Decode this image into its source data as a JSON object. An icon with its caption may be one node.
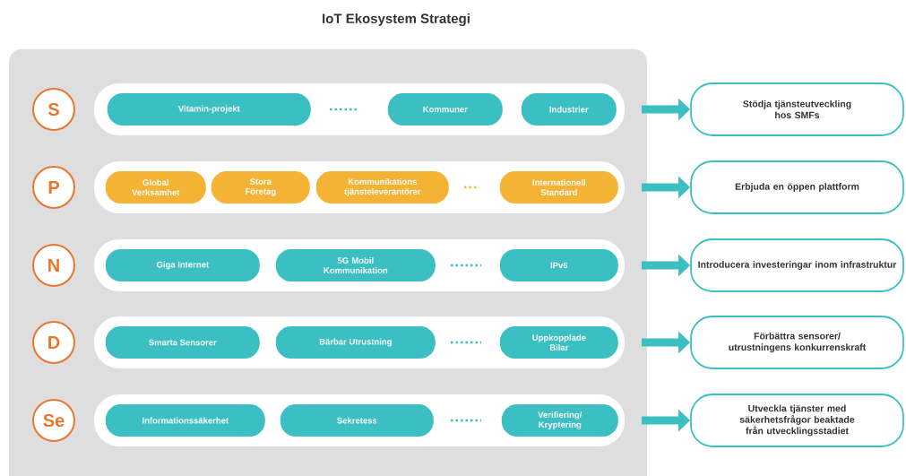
{
  "diagram": {
    "title": "IoT Ekosystem Strategi",
    "nodes": [
      {
        "text": [
          "S"
        ]
      },
      {
        "text": [],
        "shape": "band"
      },
      {
        "text": [
          "Vitamin-projekt"
        ],
        "in": 1
      },
      {
        "text": [
          "Kommuner"
        ],
        "in": 1
      },
      {
        "text": [
          "Industrier"
        ],
        "in": 1
      },
      {
        "text": [
          "Stödja tjänsteutveckling hos SMFs"
        ]
      },
      {
        "text": [
          "P"
        ]
      },
      {
        "text": [],
        "shape": "band"
      },
      {
        "text": [
          "Global Verksamhet"
        ],
        "in": 7
      },
      {
        "text": [
          "Stora Företag"
        ],
        "in": 7
      },
      {
        "text": [
          "Kommunikations tjänsteleverantörer"
        ],
        "in": 7
      },
      {
        "text": [
          "Internationell Standard"
        ],
        "in": 7
      },
      {
        "text": [
          "Erbjuda en öppen plattform"
        ]
      },
      {
        "text": [
          "N"
        ]
      },
      {
        "text": [],
        "shape": "band"
      },
      {
        "text": [
          "Giga Internet"
        ],
        "in": 14
      },
      {
        "text": [
          "5G Mobil Kommunikation"
        ],
        "in": 14
      },
      {
        "text": [
          "IPv6"
        ],
        "in": 14
      },
      {
        "text": [
          "Introducera investeringar inom infrastruktur"
        ]
      },
      {
        "text": [
          "D"
        ]
      },
      {
        "text": [],
        "shape": "band"
      },
      {
        "text": [
          "Smarta Sensorer"
        ],
        "in": 20
      },
      {
        "text": [
          "Bärbar Utrustning"
        ],
        "in": 20
      },
      {
        "text": [
          "Uppkopplade Bilar"
        ],
        "in": 20
      },
      {
        "text": [
          "Förbättra sensorer/ utrustningens konkurrenskraft"
        ]
      },
      {
        "text": [
          "Se"
        ]
      },
      {
        "text": [],
        "shape": "band"
      },
      {
        "text": [
          "Informationssäkerhet"
        ],
        "in": 26
      },
      {
        "text": [
          "Sekretess"
        ],
        "in": 26
      },
      {
        "text": [
          "Verifiering/ Kryptering"
        ],
        "in": 26
      },
      {
        "text": [
          "Utveckla tjänster med säkerhetsfrågor beaktade från utvecklingsstadiet"
        ]
      }
    ],
    "edges": [
      {
        "from": null,
        "to": 5,
        "arrow": "to"
      },
      {
        "from": null,
        "to": 12,
        "arrow": "to"
      },
      {
        "from": null,
        "to": 18,
        "arrow": "to"
      },
      {
        "from": null,
        "to": 24,
        "arrow": "to"
      },
      {
        "from": null,
        "to": 30,
        "arrow": "to"
      }
    ]
  }
}
